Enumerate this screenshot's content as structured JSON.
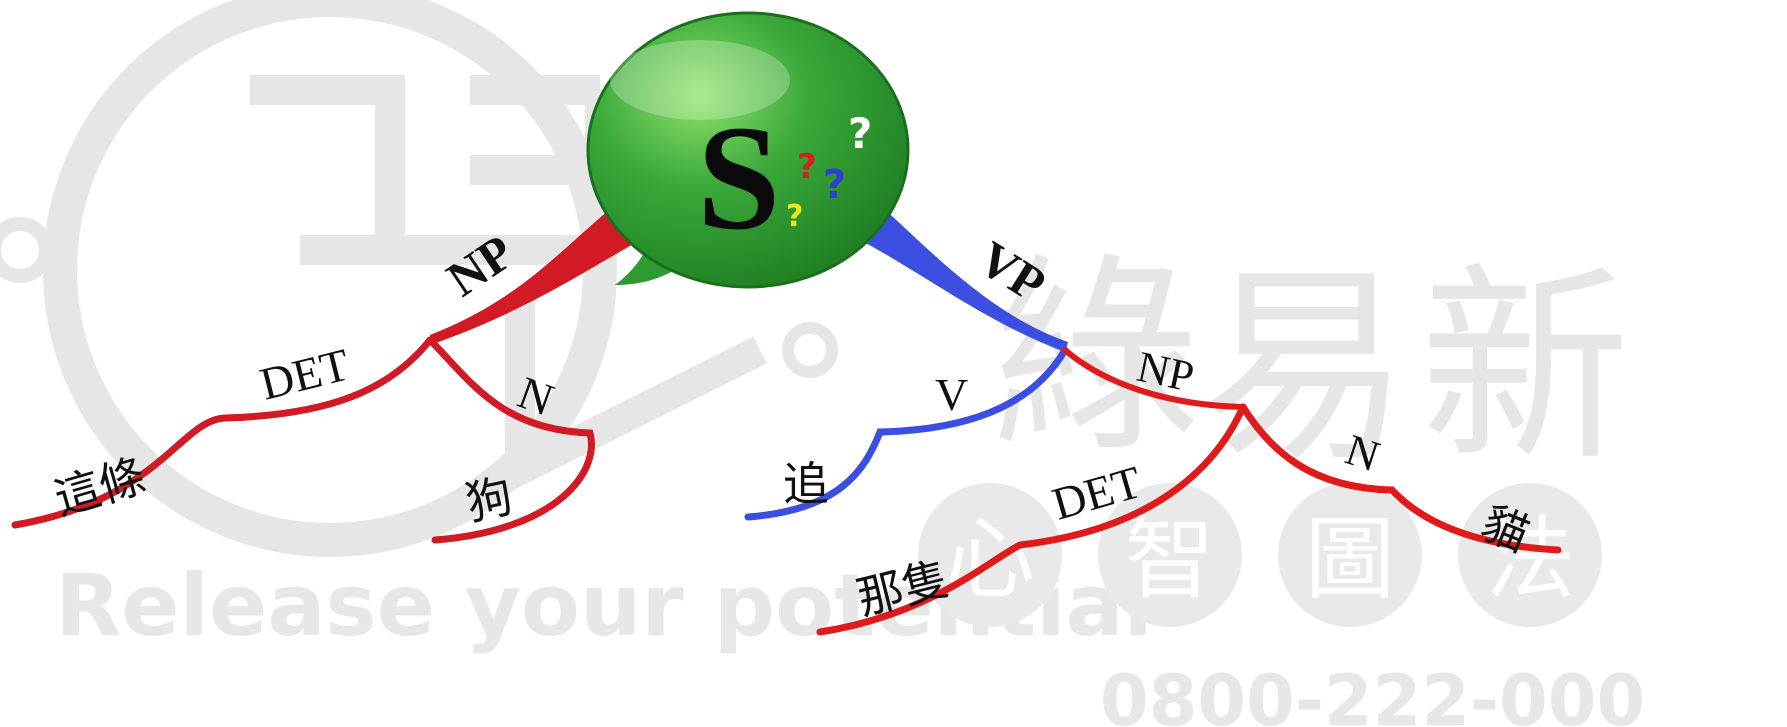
{
  "watermark": {
    "slogan": "Release your potential",
    "chars": [
      "綠",
      "易",
      "新"
    ],
    "seals": [
      "心",
      "智",
      "圖",
      "法"
    ],
    "phone": "0800-222-000"
  },
  "tree": {
    "root": "S",
    "question_marks": [
      "?",
      "?",
      "?",
      "?"
    ],
    "np_subject": {
      "label": "NP",
      "det": "DET",
      "n": "N",
      "det_word": "這條",
      "n_word": "狗"
    },
    "vp": {
      "label": "VP",
      "v": "V",
      "v_word": "追",
      "np": "NP",
      "det": "DET",
      "n": "N",
      "det_word": "那隻",
      "n_word": "貓"
    }
  },
  "colors": {
    "bubble": "#3aa83a",
    "bubble_dark": "#1f7f22",
    "np_branch": "#d11a24",
    "vp_branch": "#3b4ee0",
    "qmark_red": "#d62020",
    "qmark_blue": "#2e3fd0",
    "qmark_yellow": "#e8e81a",
    "qmark_white": "#ffffff"
  }
}
